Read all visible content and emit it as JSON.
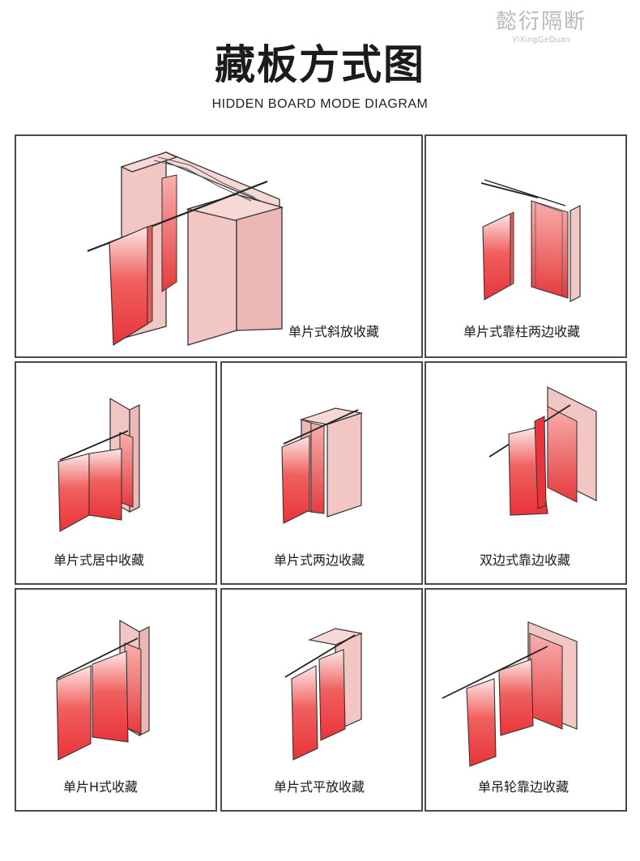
{
  "brand": {
    "logo_cn": "懿衍隔断",
    "logo_en": "YiXingGeDuan"
  },
  "title": "藏板方式图",
  "subtitle": "HIDDEN BOARD MODE DIAGRAM",
  "panels": [
    {
      "caption": "单片式斜放收藏",
      "icon": "diagonal-storage-diagram"
    },
    {
      "caption": "单片式靠柱两边收藏",
      "icon": "column-two-side-storage-diagram"
    },
    {
      "caption": "单片式居中收藏",
      "icon": "center-storage-diagram"
    },
    {
      "caption": "单片式两边收藏",
      "icon": "two-side-storage-diagram"
    },
    {
      "caption": "双边式靠边收藏",
      "icon": "double-side-wall-storage-diagram"
    },
    {
      "caption": "单片H式收藏",
      "icon": "h-type-storage-diagram"
    },
    {
      "caption": "单片式平放收藏",
      "icon": "flat-storage-diagram"
    },
    {
      "caption": "单吊轮靠边收藏",
      "icon": "single-wheel-wall-storage-diagram"
    }
  ],
  "colors": {
    "panel_red": "#e8343a",
    "wall_pink": "#f1c6c3",
    "frame_border": "#4a4a4a"
  }
}
